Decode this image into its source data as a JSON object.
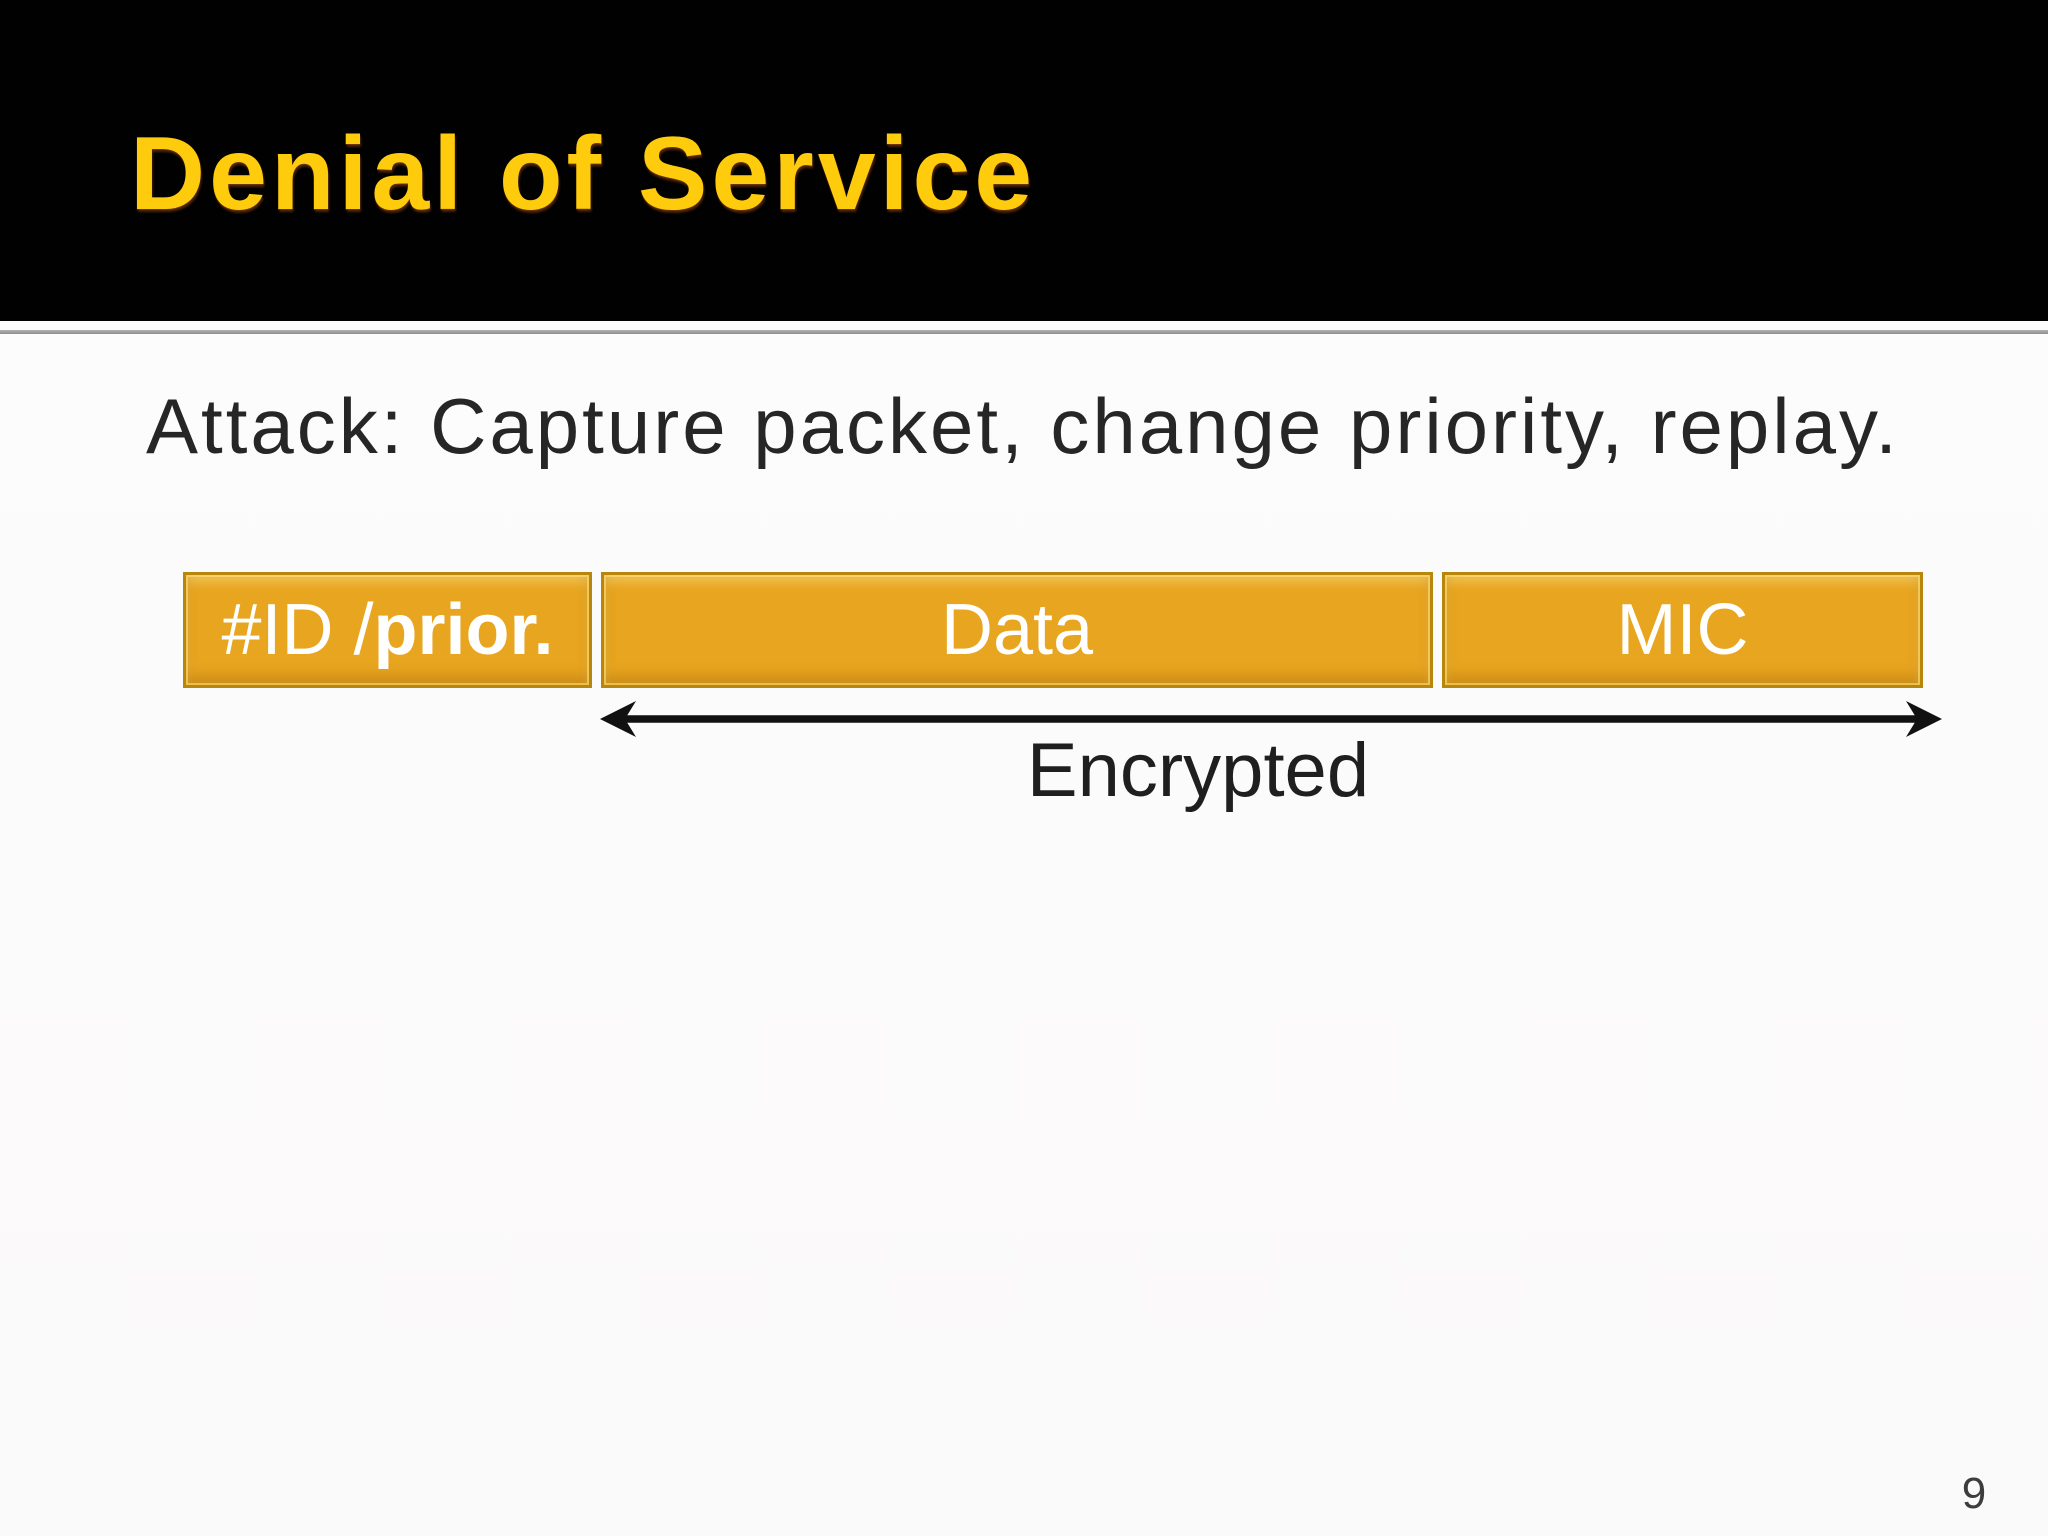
{
  "slide": {
    "title": "Denial of Service",
    "attack_text": "Attack: Capture packet, change priority, replay.",
    "page_number": "9",
    "diagram": {
      "fields": [
        {
          "id": "id-priority",
          "label_regular": "#ID / ",
          "label_bold": "prior."
        },
        {
          "id": "data",
          "label": "Data"
        },
        {
          "id": "mic",
          "label": "MIC"
        }
      ],
      "span_label": "Encrypted"
    },
    "colors": {
      "title_yellow": "#FFCC0D",
      "header_black": "#010101",
      "field_fill": "#E8A51F",
      "field_border": "#B8860B",
      "body_text": "#262626",
      "divider_gray": "#9B9B9B"
    }
  }
}
